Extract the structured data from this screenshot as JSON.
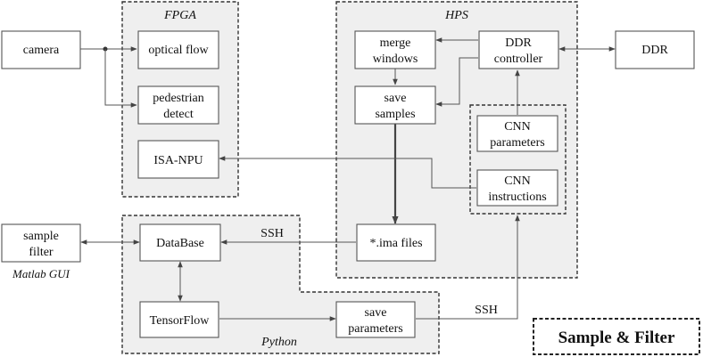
{
  "regions": {
    "fpga": "FPGA",
    "hps": "HPS",
    "python": "Python"
  },
  "nodes": {
    "camera": "camera",
    "optical_flow": "optical flow",
    "pedestrian_detect": [
      "pedestrian",
      "detect"
    ],
    "isa_npu": "ISA-NPU",
    "merge_windows": [
      "merge",
      "windows"
    ],
    "ddr_controller": [
      "DDR",
      "controller"
    ],
    "ddr": "DDR",
    "save_samples": [
      "save",
      "samples"
    ],
    "cnn_parameters": [
      "CNN",
      "parameters"
    ],
    "cnn_instructions": [
      "CNN",
      "instructions"
    ],
    "ima_files": "*.ima files",
    "sample_filter": [
      "sample",
      "filter"
    ],
    "database": "DataBase",
    "tensorflow": "TensorFlow",
    "save_parameters": [
      "save",
      "parameters"
    ]
  },
  "labels": {
    "ssh_database": "SSH",
    "ssh_parameters": "SSH",
    "matlab_gui": "Matlab GUI",
    "badge": "Sample & Filter"
  },
  "colors": {
    "region_fill": "#efefef",
    "line": "#555555",
    "node_fill": "#ffffff"
  }
}
